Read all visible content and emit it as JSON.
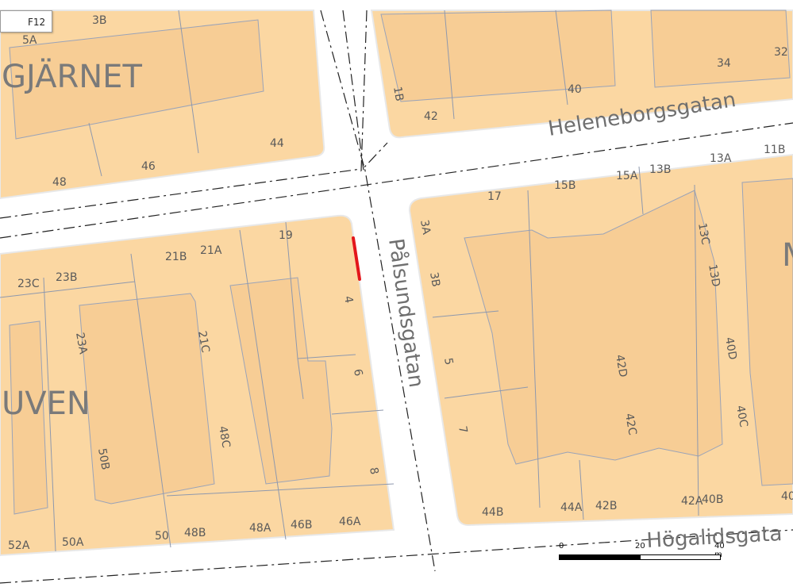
{
  "colors": {
    "block_fill": "#fbd7a2",
    "block_edge": "#ececec",
    "building_fill": "#f7cd95",
    "line": "#8e98ad",
    "road_dash": "#222222",
    "highlight": "#e3161b",
    "label": "#555555",
    "district_label": "#7a7a7a"
  },
  "ui": {
    "f12_label": "F12"
  },
  "streets": {
    "helene": "Heleneborgsgatan",
    "palsund": "Pålsundsgatan",
    "hogalid": "Högalidsgata"
  },
  "districts": {
    "top_left": "GJÄRNET",
    "bottom_left": "UVEN",
    "right": "M"
  },
  "addresses": {
    "a3B_top": "3B",
    "a5A": "5A",
    "a44": "44",
    "a46": "46",
    "a48": "48",
    "a1B": "1B",
    "a42": "42",
    "a40": "40",
    "a34": "34",
    "a32": "32",
    "a17": "17",
    "a15B": "15B",
    "a15A": "15A",
    "a13B": "13B",
    "a13A": "13A",
    "a11B": "11B",
    "a3A": "3A",
    "a3B": "3B",
    "a5": "5",
    "a7": "7",
    "a13C": "13C",
    "a13D": "13D",
    "a40D": "40D",
    "a40C": "40C",
    "a42D": "42D",
    "a42C": "42C",
    "a44B": "44B",
    "a44A": "44A",
    "a42B": "42B",
    "a42A": "42A",
    "a40B": "40B",
    "a40_right": "40",
    "a23C": "23C",
    "a23B": "23B",
    "a21B": "21B",
    "a21A": "21A",
    "a19": "19",
    "a4": "4",
    "a6": "6",
    "a8": "8",
    "a23A": "23A",
    "a21C": "21C",
    "a48C": "48C",
    "a50B": "50B",
    "a52A": "52A",
    "a50A": "50A",
    "a50": "50",
    "a48B": "48B",
    "a48A": "48A",
    "a46B": "46B",
    "a46A": "46A"
  },
  "scale": {
    "label_0": "0",
    "label_20": "20",
    "label_40": "40 m"
  }
}
